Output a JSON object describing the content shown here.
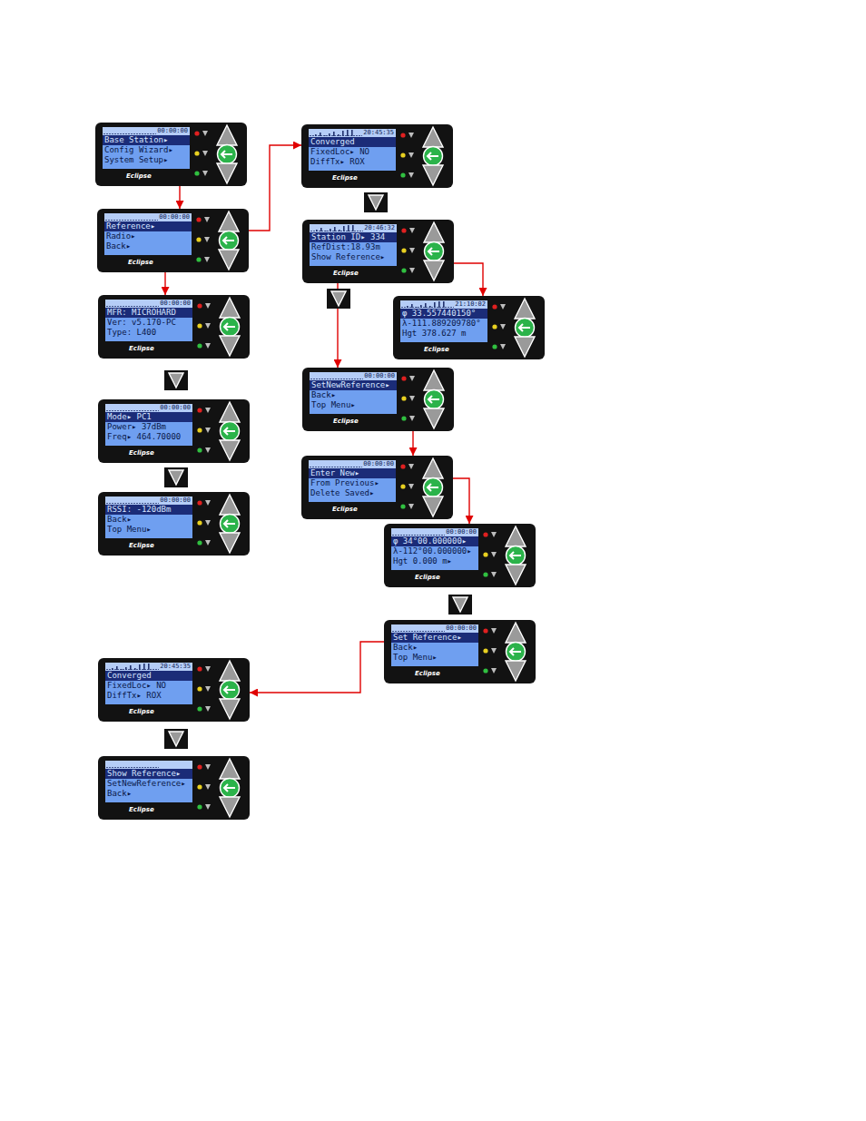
{
  "diagram": {
    "nodes": [
      {
        "text": [
          "00:00:00",
          "Base Station▸",
          "Config Wizard▸",
          "System Setup▸",
          "Eclipse"
        ]
      },
      {
        "text": [
          "00:00:00",
          "Reference▸",
          "Radio▸",
          "Back▸",
          "Eclipse"
        ]
      },
      {
        "text": [
          "00:00:00",
          "MFR: MICROHARD",
          "Ver: v5.170-PC",
          "Type: L400",
          "Eclipse"
        ]
      },
      {
        "text": [
          "00:00:00",
          "Mode▸ PC1",
          "Power▸ 37dBm",
          "Freq▸ 464.70000",
          "Eclipse"
        ]
      },
      {
        "text": [
          "00:00:00",
          "RSSI: -120dBm",
          "Back▸",
          "Top Menu▸",
          "Eclipse"
        ]
      },
      {
        "text": [
          "20:45:35",
          "Converged",
          "FixedLoc▸ NO",
          "DiffTx▸ ROX",
          "Eclipse"
        ]
      },
      {
        "text": [
          "20:46:32",
          "Station ID▸ 334",
          "RefDist:18.93m",
          "Show Reference▸",
          "Eclipse"
        ]
      },
      {
        "text": [
          "21:10:02",
          "φ 33.557440150°",
          "λ-111.889209780°",
          "Hgt 378.627 m",
          "Eclipse"
        ]
      },
      {
        "text": [
          "00:00:00",
          "SetNewReference▸",
          "Back▸",
          "Top Menu▸",
          "Eclipse"
        ]
      },
      {
        "text": [
          "00:00:00",
          "Enter New▸",
          "From Previous▸",
          "Delete Saved▸",
          "Eclipse"
        ]
      },
      {
        "text": [
          "00:00:00",
          "φ 34°00.000000▸",
          "λ-112°00.000000▸",
          "Hgt 0.000 m▸",
          "Eclipse"
        ]
      },
      {
        "text": [
          "00:00:00",
          "Set Reference▸",
          "Back▸",
          "Top Menu▸",
          "Eclipse"
        ]
      },
      {
        "text": [
          "20:45:35",
          "Converged",
          "FixedLoc▸ NO",
          "DiffTx▸ ROX",
          "Eclipse"
        ]
      },
      {
        "text": [
          "Show Reference▸",
          "SetNewReference▸",
          "Back▸",
          "Eclipse"
        ]
      }
    ],
    "edges": [
      {
        "from": 0,
        "to": 1,
        "arrow": "to"
      },
      {
        "from": 1,
        "to": 5,
        "arrow": "to"
      },
      {
        "from": 1,
        "to": 2,
        "arrow": "to"
      },
      {
        "from": 6,
        "to": 7,
        "arrow": "to"
      },
      {
        "from": 6,
        "to": 8,
        "arrow": "to"
      },
      {
        "from": 8,
        "to": 9,
        "arrow": "to"
      },
      {
        "from": 9,
        "to": 10,
        "arrow": "to"
      },
      {
        "from": 11,
        "to": 12,
        "arrow": "to"
      }
    ]
  }
}
